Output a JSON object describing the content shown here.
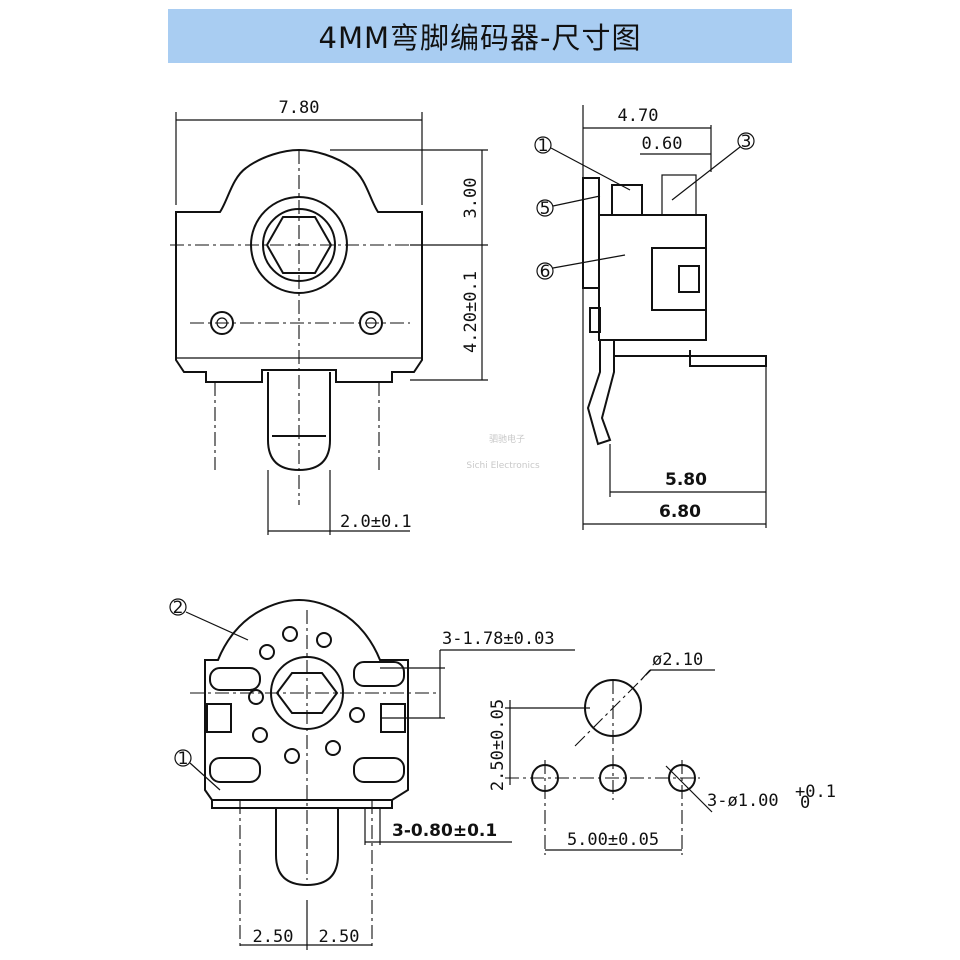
{
  "title": "4MM弯脚编码器-尺寸图",
  "watermark": {
    "cn": "驷驰电子",
    "en": "Sichi Electronics"
  },
  "front_view": {
    "width": "7.80",
    "height_top": "3.00",
    "height_mid": "4.20±0.1",
    "shaft": "2.0±0.1"
  },
  "side_view": {
    "depth": "4.70",
    "offset": "0.60",
    "pin_len_1": "5.80",
    "pin_len_2": "6.80",
    "labels": {
      "p1": "1",
      "p3": "3",
      "p5": "5",
      "p6": "6"
    }
  },
  "bottom_view": {
    "callout_2": "2",
    "callout_1": "1",
    "holes": "3-1.78±0.03",
    "pins": "3-0.80±0.1",
    "pitch_left": "2.50",
    "pitch_right": "2.50"
  },
  "footprint": {
    "big_hole": "ø2.10",
    "row_spacing": "2.50±0.05",
    "small_holes": "3-ø1.00",
    "tol_up": "+0.1",
    "tol_dn": "0",
    "pitch": "5.00±0.05"
  }
}
